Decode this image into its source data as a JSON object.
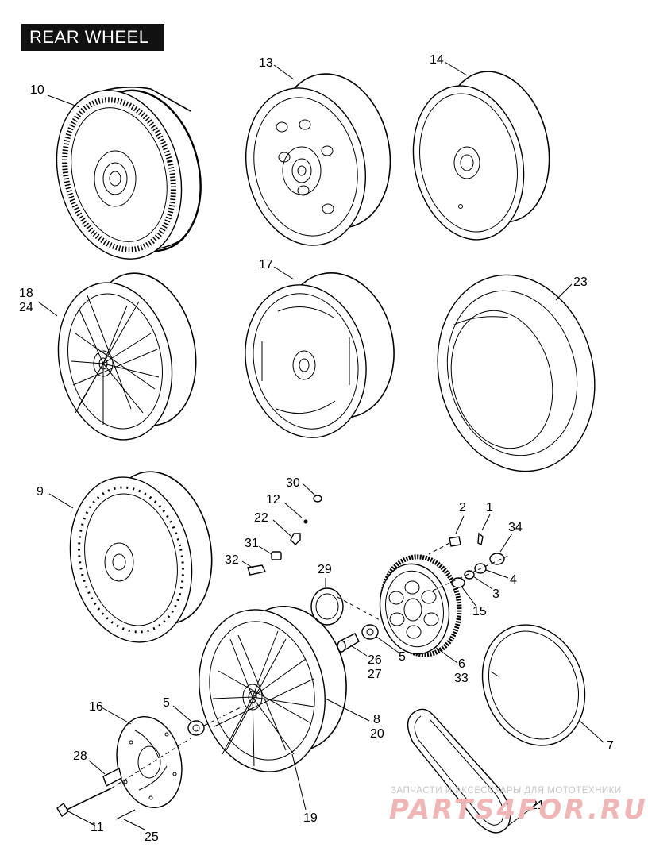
{
  "title": "REAR WHEEL",
  "watermark": {
    "caption": "ЗАПЧАСТИ И АКСЕССУАРЫ ДЛЯ МОТОТЕХНИКИ",
    "logo": "PARTS4FOR.RU"
  },
  "callouts": {
    "c10": "10",
    "c13": "13",
    "c14": "14",
    "c18": "18",
    "c24": "24",
    "c17": "17",
    "c23": "23",
    "c9": "9",
    "c30": "30",
    "c12": "12",
    "c22": "22",
    "c31": "31",
    "c32": "32",
    "c29": "29",
    "c2": "2",
    "c1": "1",
    "c34": "34",
    "c4": "4",
    "c3": "3",
    "c15": "15",
    "c5a": "5",
    "c26": "26",
    "c27": "27",
    "c6": "6",
    "c33": "33",
    "c7": "7",
    "c16": "16",
    "c5b": "5",
    "c28": "28",
    "c8": "8",
    "c20": "20",
    "c11": "11",
    "c25": "25",
    "c19": "19",
    "c21": "21"
  },
  "colors": {
    "line": "#000000",
    "title_bg": "#111111",
    "watermark_red": "#f0b6b6"
  }
}
